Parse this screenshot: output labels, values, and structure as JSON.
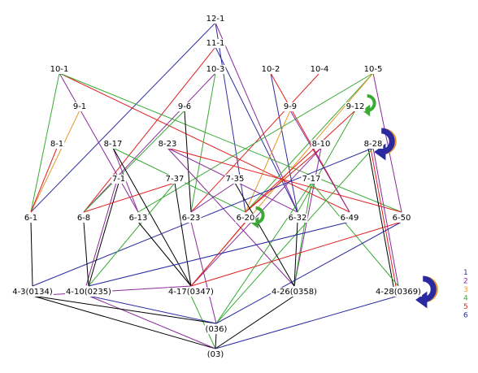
{
  "colors": {
    "1": "#3030a0",
    "2": "#8a2a9a",
    "3": "#e8962a",
    "4": "#3aaa35",
    "5": "#e02020",
    "6": "#2a2aa0",
    "black": "#000000"
  },
  "legend": [
    "1",
    "2",
    "3",
    "4",
    "5",
    "6"
  ],
  "nodes": [
    {
      "id": "12-1",
      "label": "12-1"
    },
    {
      "id": "11-1",
      "label": "11-1"
    },
    {
      "id": "10-1",
      "label": "10-1"
    },
    {
      "id": "10-3",
      "label": "10-3"
    },
    {
      "id": "10-2",
      "label": "10-2"
    },
    {
      "id": "10-4",
      "label": "10-4"
    },
    {
      "id": "10-5",
      "label": "10-5"
    },
    {
      "id": "9-1",
      "label": "9-1"
    },
    {
      "id": "9-6",
      "label": "9-6"
    },
    {
      "id": "9-9",
      "label": "9-9"
    },
    {
      "id": "9-12",
      "label": "9-12"
    },
    {
      "id": "8-1",
      "label": "8-1"
    },
    {
      "id": "8-17",
      "label": "8-17"
    },
    {
      "id": "8-23",
      "label": "8-23"
    },
    {
      "id": "8-10",
      "label": "8-10"
    },
    {
      "id": "8-28",
      "label": "8-28"
    },
    {
      "id": "7-1",
      "label": "7-1"
    },
    {
      "id": "7-37",
      "label": "7-37"
    },
    {
      "id": "7-35",
      "label": "7-35"
    },
    {
      "id": "7-17",
      "label": "7-17"
    },
    {
      "id": "6-1",
      "label": "6-1"
    },
    {
      "id": "6-8",
      "label": "6-8"
    },
    {
      "id": "6-13",
      "label": "6-13"
    },
    {
      "id": "6-23",
      "label": "6-23"
    },
    {
      "id": "6-20",
      "label": "6-20"
    },
    {
      "id": "6-32",
      "label": "6-32"
    },
    {
      "id": "6-49",
      "label": "6-49"
    },
    {
      "id": "6-50",
      "label": "6-50"
    },
    {
      "id": "4-3",
      "label": "4-3(0134)"
    },
    {
      "id": "4-10",
      "label": "4-10(0235)"
    },
    {
      "id": "4-17",
      "label": "4-17(0347)"
    },
    {
      "id": "4-26",
      "label": "4-26(0358)"
    },
    {
      "id": "4-28",
      "label": "4-28(0369)"
    },
    {
      "id": "036",
      "label": "(036)"
    },
    {
      "id": "03",
      "label": "(03)"
    }
  ],
  "edges": [
    [
      "12-1",
      "6-1",
      "1"
    ],
    [
      "12-1",
      "6-20",
      "1"
    ],
    [
      "12-1",
      "6-32",
      "2"
    ],
    [
      "11-1",
      "6-8",
      "5"
    ],
    [
      "11-1",
      "6-32",
      "6"
    ],
    [
      "10-1",
      "6-1",
      "4"
    ],
    [
      "10-1",
      "6-13",
      "2"
    ],
    [
      "10-1",
      "6-49",
      "5"
    ],
    [
      "10-1",
      "6-50",
      "4"
    ],
    [
      "10-3",
      "6-23",
      "4"
    ],
    [
      "10-3",
      "6-8",
      "2"
    ],
    [
      "10-2",
      "6-32",
      "6"
    ],
    [
      "10-2",
      "6-49",
      "5"
    ],
    [
      "10-4",
      "6-23",
      "5"
    ],
    [
      "10-5",
      "6-50",
      "2"
    ],
    [
      "10-5",
      "6-13",
      "4"
    ],
    [
      "10-5",
      "6-20",
      "4"
    ],
    [
      "10-5",
      "4-17",
      "3"
    ],
    [
      "9-1",
      "6-1",
      "3"
    ],
    [
      "9-6",
      "6-23",
      "black"
    ],
    [
      "9-6",
      "6-8",
      "4"
    ],
    [
      "9-9",
      "6-20",
      "3"
    ],
    [
      "9-9",
      "6-49",
      "2"
    ],
    [
      "9-12",
      "6-32",
      "4"
    ],
    [
      "9-12",
      "6-20",
      "5"
    ],
    [
      "8-1",
      "6-1",
      "5"
    ],
    [
      "8-17",
      "6-13",
      "2"
    ],
    [
      "8-17",
      "4-17",
      "black"
    ],
    [
      "8-17",
      "6-20",
      "4"
    ],
    [
      "8-23",
      "4-26",
      "2"
    ],
    [
      "8-23",
      "6-32",
      "2"
    ],
    [
      "8-23",
      "6-50",
      "5"
    ],
    [
      "8-10",
      "6-20",
      "5"
    ],
    [
      "8-10",
      "4-17",
      "2"
    ],
    [
      "8-10",
      "4-26",
      "2"
    ],
    [
      "8-28",
      "4-28",
      "2"
    ],
    [
      "8-28",
      "4-28",
      "5"
    ],
    [
      "8-28",
      "4-28",
      "black"
    ],
    [
      "8-28",
      "036",
      "4"
    ],
    [
      "8-28",
      "4-3",
      "6"
    ],
    [
      "7-1",
      "4-10",
      "black"
    ],
    [
      "7-1",
      "4-10",
      "2"
    ],
    [
      "7-37",
      "4-17",
      "black"
    ],
    [
      "7-37",
      "6-8",
      "5"
    ],
    [
      "7-37",
      "4-10",
      "4"
    ],
    [
      "7-35",
      "4-26",
      "black"
    ],
    [
      "7-35",
      "6-23",
      "2"
    ],
    [
      "7-17",
      "4-26",
      "4"
    ],
    [
      "7-17",
      "4-28",
      "4"
    ],
    [
      "7-17",
      "036",
      "4"
    ],
    [
      "6-1",
      "4-3",
      "black"
    ],
    [
      "6-8",
      "4-10",
      "black"
    ],
    [
      "6-13",
      "4-17",
      "black"
    ],
    [
      "6-23",
      "036",
      "2"
    ],
    [
      "6-20",
      "4-17",
      "5"
    ],
    [
      "6-32",
      "4-26",
      "black"
    ],
    [
      "6-49",
      "4-10",
      "6"
    ],
    [
      "6-50",
      "4-17",
      "5"
    ],
    [
      "6-50",
      "036",
      "6"
    ],
    [
      "4-3",
      "03",
      "black"
    ],
    [
      "4-10",
      "03",
      "2"
    ],
    [
      "4-17",
      "03",
      "4"
    ],
    [
      "4-26",
      "03",
      "black"
    ],
    [
      "4-28",
      "03",
      "6"
    ],
    [
      "036",
      "03",
      "black"
    ],
    [
      "4-3",
      "4-17",
      "2"
    ],
    [
      "4-3",
      "036",
      "black"
    ],
    [
      "4-10",
      "036",
      "6"
    ]
  ],
  "rotation_arrows": [
    {
      "at": "9-12",
      "color": "4"
    },
    {
      "at": "8-28",
      "color": "6",
      "accent": "3"
    },
    {
      "at": "6-20",
      "color": "4"
    },
    {
      "at": "4-28",
      "color": "6",
      "accent": "3"
    }
  ]
}
